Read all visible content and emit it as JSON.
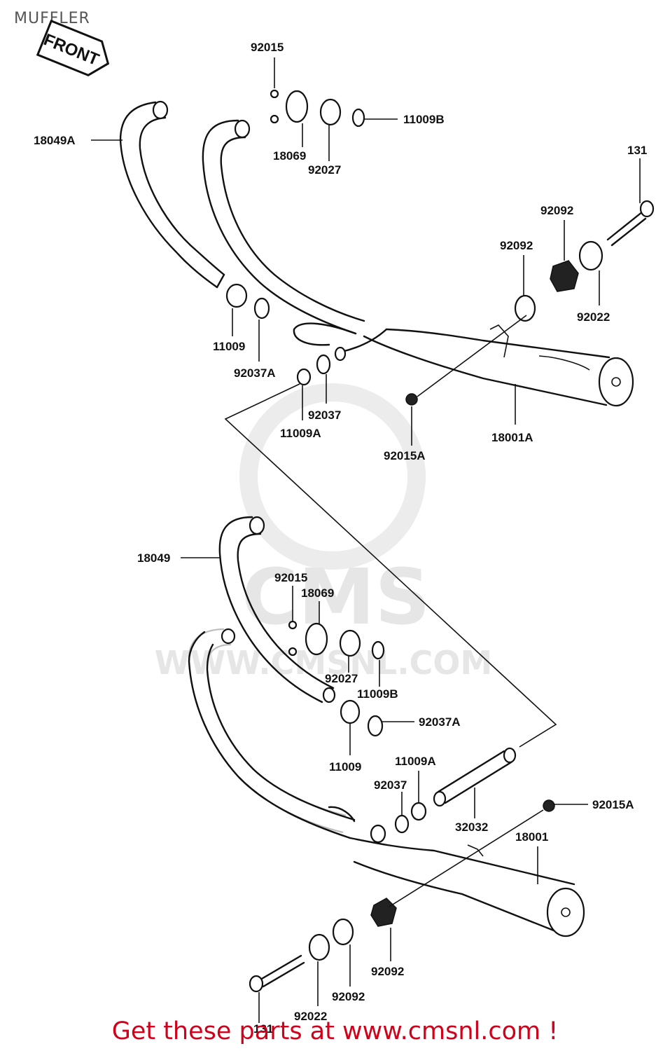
{
  "page": {
    "title": "MUFFLER",
    "front_badge": "FRONT"
  },
  "watermark": {
    "brand": "CMS",
    "url": "WWW.CMSNL.COM"
  },
  "upper_group": {
    "labels": {
      "p92015": "92015",
      "p11009B": "11009B",
      "p18069": "18069",
      "p92027": "92027",
      "p18049A": "18049A",
      "p131": "131",
      "p92092_a": "92092",
      "p92092_b": "92092",
      "p92022": "92022",
      "p11009": "11009",
      "p92037A": "92037A",
      "p92037": "92037",
      "p11009A": "11009A",
      "p92015A": "92015A",
      "p18001A": "18001A"
    }
  },
  "lower_group": {
    "labels": {
      "p18049": "18049",
      "p92015": "92015",
      "p18069": "18069",
      "p92027": "92027",
      "p11009B": "11009B",
      "p92037A": "92037A",
      "p11009": "11009",
      "p11009A": "11009A",
      "p92037": "92037",
      "p32032": "32032",
      "p92015A": "92015A",
      "p18001": "18001",
      "p92092_a": "92092",
      "p92092_b": "92092",
      "p92022": "92022",
      "p131": "131"
    }
  },
  "footer": {
    "promo": "Get these parts at www.cmsnl.com !"
  },
  "colors": {
    "promo": "#d0021b",
    "title": "#555555",
    "ink": "#111111",
    "watermark": "#e6e6e6"
  }
}
